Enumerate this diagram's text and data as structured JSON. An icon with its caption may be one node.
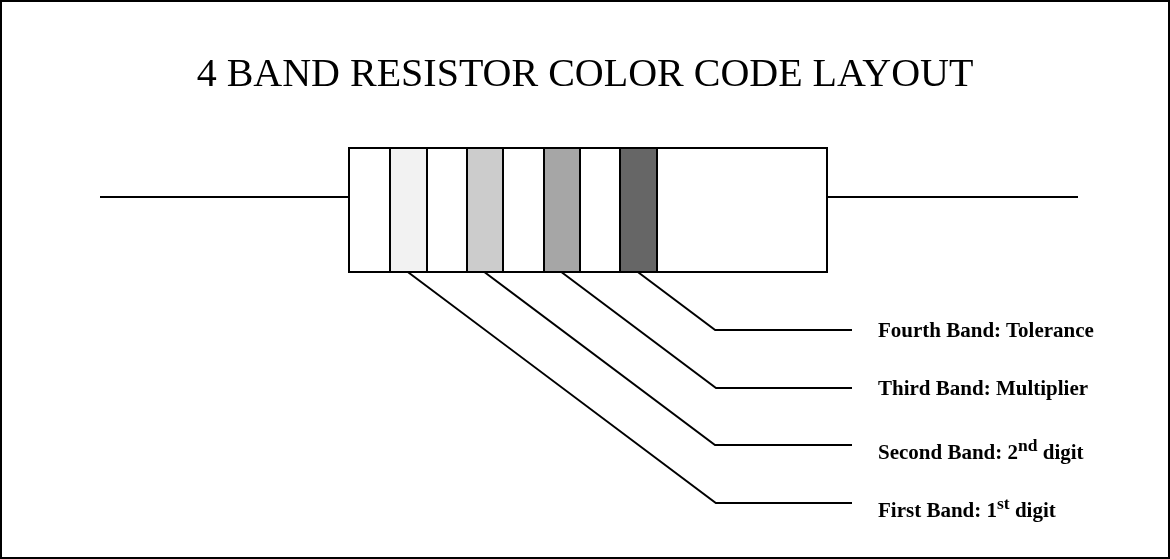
{
  "diagram": {
    "title": "4 BAND RESISTOR COLOR CODE LAYOUT",
    "nodes": [
      {
        "text": [],
        "shape": "box"
      },
      {
        "text": [],
        "shape": "bar",
        "in": 0
      },
      {
        "text": [],
        "shape": "bar",
        "in": 0
      },
      {
        "text": [],
        "shape": "bar",
        "in": 0
      },
      {
        "text": [],
        "shape": "bar",
        "in": 0
      },
      {
        "text": [
          "Fourth Band: Tolerance"
        ]
      },
      {
        "text": [
          "Third Band: Multiplier"
        ]
      },
      {
        "text": [
          "Second Band: 2$^{nd}$ digit"
        ]
      },
      {
        "text": [
          "First Band: 1$^{st}$ digit"
        ]
      }
    ],
    "edges": [
      {
        "from": 5,
        "to": 4,
        "arrow": "none"
      },
      {
        "from": 6,
        "to": 3,
        "arrow": "none"
      },
      {
        "from": 7,
        "to": 2,
        "arrow": "none"
      },
      {
        "from": 8,
        "to": 1,
        "arrow": "none"
      }
    ]
  }
}
